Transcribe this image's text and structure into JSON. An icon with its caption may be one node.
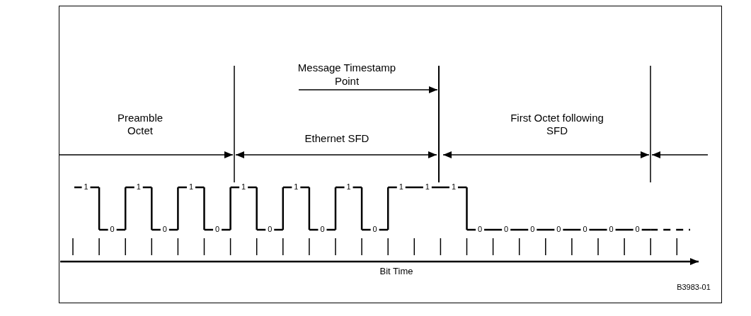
{
  "diagram": {
    "nodes": [
      {
        "text": [
          "Message Timestamp Point"
        ]
      },
      {
        "text": [],
        "shape": "line"
      }
    ],
    "edges": [
      {
        "from": 0,
        "to": 1,
        "arrow": "to"
      }
    ],
    "labels": [
      "Preamble Octet",
      "Ethernet SFD",
      "First Octet following SFD",
      "1",
      "1",
      "1",
      "1",
      "1",
      "1",
      "1",
      "1",
      "1",
      "0",
      "0",
      "0",
      "0",
      "0",
      "0",
      "0",
      "0",
      "0",
      "0",
      "0",
      "0",
      "0",
      "Bit Time",
      "B3983-01"
    ]
  }
}
